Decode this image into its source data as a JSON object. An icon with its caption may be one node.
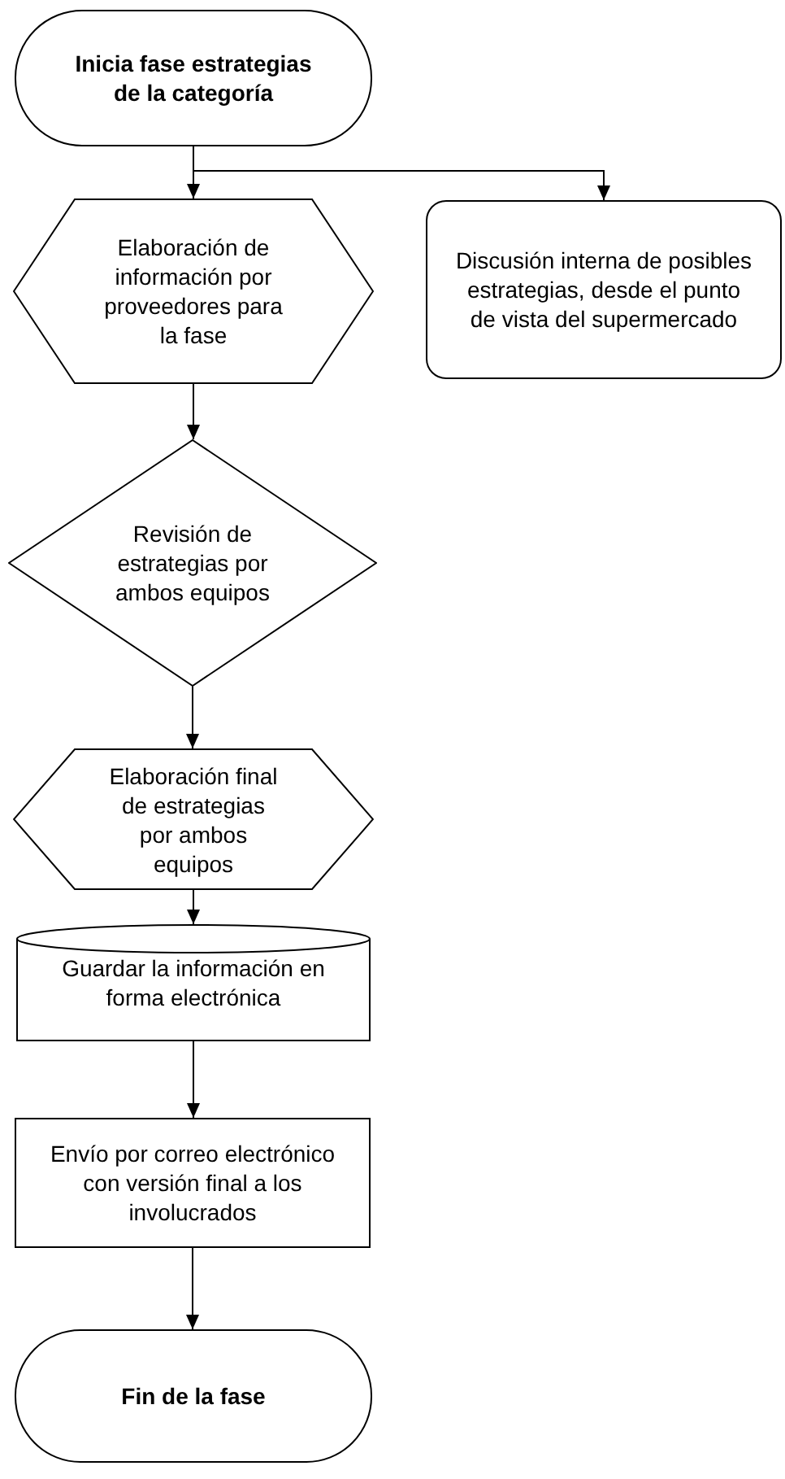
{
  "diagram": {
    "nodes": [
      {
        "text": [
          "Inicia fase estrategias de la categoría"
        ]
      },
      {
        "text": [
          "Elaboración de información por proveedores para la fase"
        ]
      },
      {
        "text": [
          "Discusión interna de posibles estrategias, desde el punto de vista del supermercado"
        ]
      },
      {
        "text": [
          "Revisión de estrategias por ambos equipos"
        ]
      },
      {
        "text": [
          "Elaboración final de estrategias por ambos equipos"
        ]
      },
      {
        "text": [
          "Guardar la información en forma electrónica"
        ]
      },
      {
        "text": [
          "Envío por correo electrónico con versión final a los involucrados"
        ]
      },
      {
        "text": [
          "Fin de la fase"
        ]
      }
    ],
    "edges": [
      {
        "from": 0,
        "to": 1,
        "arrow": "to"
      },
      {
        "from": 0,
        "to": 2,
        "arrow": "to"
      },
      {
        "from": 1,
        "to": 3,
        "arrow": "to"
      },
      {
        "from": 3,
        "to": 4,
        "arrow": "to"
      },
      {
        "from": 4,
        "to": 5,
        "arrow": "to"
      },
      {
        "from": 5,
        "to": 6,
        "arrow": "to"
      },
      {
        "from": 6,
        "to": 7,
        "arrow": "to"
      }
    ]
  }
}
